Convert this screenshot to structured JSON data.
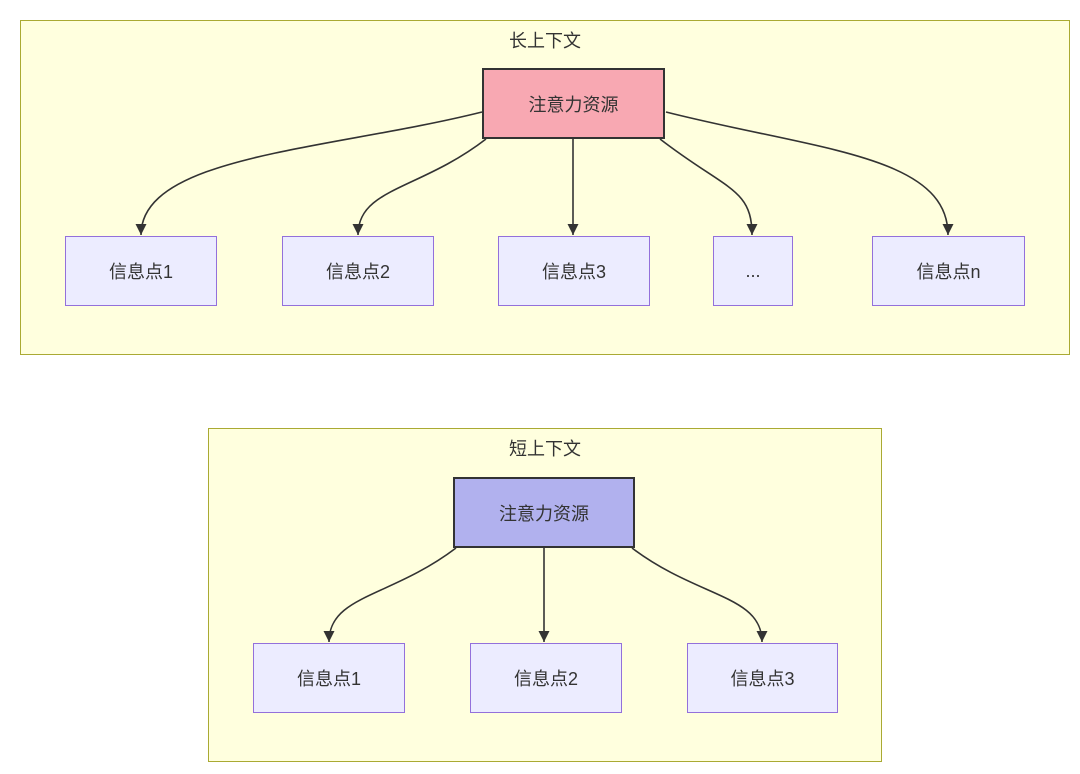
{
  "diagram": {
    "long_context": {
      "title": "长上下文",
      "attention_label": "注意力资源",
      "info_nodes": [
        "信息点1",
        "信息点2",
        "信息点3",
        "...",
        "信息点n"
      ]
    },
    "short_context": {
      "title": "短上下文",
      "attention_label": "注意力资源",
      "info_nodes": [
        "信息点1",
        "信息点2",
        "信息点3"
      ]
    }
  },
  "colors": {
    "cluster_fill": "#ffffde",
    "cluster_border": "#aaaa33",
    "info_node_fill": "#ececff",
    "info_node_border": "#9370db",
    "attention_long_fill": "#f8a8b2",
    "attention_short_fill": "#b1b1ee",
    "attention_border": "#333333",
    "edge_color": "#333333",
    "text_color": "#333333"
  }
}
